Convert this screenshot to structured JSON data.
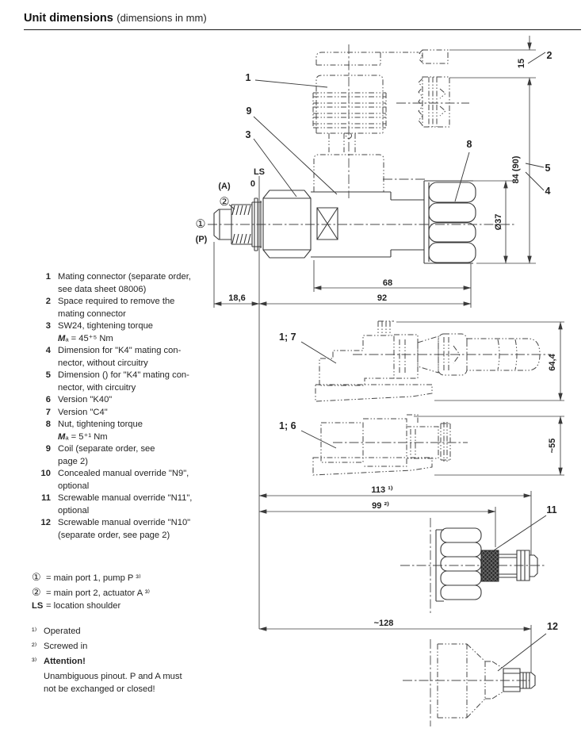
{
  "title": {
    "bold": "Unit dimensions",
    "normal": "(dimensions in mm)"
  },
  "notes": {
    "items": [
      {
        "num": "1",
        "lines": [
          "Mating connector (separate order,",
          "see data sheet 08006)"
        ]
      },
      {
        "num": "2",
        "lines": [
          "Space required to remove the",
          "mating connector"
        ]
      },
      {
        "num": "3",
        "lines": [
          "SW24, tightening torque",
          "Mₐ = 45⁺⁵ Nm"
        ]
      },
      {
        "num": "4",
        "lines": [
          "Dimension for \"K4\" mating con-",
          "nector, without circuitry"
        ]
      },
      {
        "num": "5",
        "lines": [
          "Dimension () for \"K4\" mating con-",
          "nector, with circuitry"
        ]
      },
      {
        "num": "6",
        "lines": [
          "Version \"K40\""
        ]
      },
      {
        "num": "7",
        "lines": [
          "Version \"C4\""
        ]
      },
      {
        "num": "8",
        "lines": [
          "Nut, tightening torque",
          "Mₐ = 5⁺¹ Nm"
        ]
      },
      {
        "num": "9",
        "lines": [
          "Coil (separate order, see",
          "page 2)"
        ]
      },
      {
        "num": "10",
        "lines": [
          "Concealed manual override \"N9\",",
          "optional"
        ]
      },
      {
        "num": "11",
        "lines": [
          "Screwable manual override \"N11\",",
          "optional"
        ]
      },
      {
        "num": "12",
        "lines": [
          "Screwable manual override \"N10\"",
          "(separate order, see page 2)"
        ]
      }
    ]
  },
  "legend": {
    "port1_sym": "①",
    "port1_text": "= main port 1, pump P ³⁾",
    "port2_sym": "②",
    "port2_text": "= main port 2, actuator A ³⁾",
    "ls_sym": "LS",
    "ls_text": "= location shoulder"
  },
  "footnotes": {
    "f1_marker": "¹⁾",
    "f1_text": "Operated",
    "f2_marker": "²⁾",
    "f2_text": "Screwed in",
    "f3_marker": "³⁾",
    "f3_title": "Attention!",
    "f3_lines": [
      "Unambiguous pinout. P and A must",
      "not be exchanged or closed!"
    ]
  },
  "drawing": {
    "callouts": {
      "c1": "1",
      "c2": "2",
      "c3": "3",
      "c4": "4",
      "c5": "5",
      "c8": "8",
      "c9": "9",
      "c11": "11",
      "c12": "12"
    },
    "dims": {
      "d15": "15",
      "d84": "84 (90)",
      "d37": "Ø37",
      "d68": "68",
      "d92": "92",
      "d186": "18,6",
      "d644": "64,4",
      "d55": "~55",
      "d113": "113 ¹⁾",
      "d99": "99 ²⁾",
      "d128": "~128"
    },
    "labels": {
      "ls": "LS",
      "zero": "0",
      "port_a": "(A)",
      "port_p": "(P)",
      "circ1": "①",
      "circ2": "②",
      "v17": "1; 7",
      "v16": "1; 6"
    }
  }
}
